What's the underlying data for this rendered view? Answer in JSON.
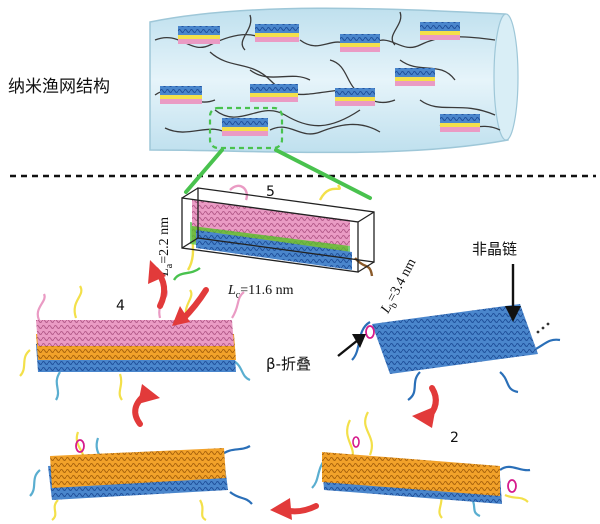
{
  "labels": {
    "net_title": "纳米渔网结构",
    "amorphous_chain": "非晶链",
    "beta_sheet": "β-折叠",
    "step_2": "2",
    "step_4": "4",
    "step_5": "5",
    "la_sym": "L",
    "la_sub": "a",
    "la_val": "=2.2 nm",
    "lb_sym": "L",
    "lb_sub": "b",
    "lb_val": "=3.4 nm",
    "lc_sym": "L",
    "lc_sub": "c",
    "lc_val": "=11.6 nm"
  },
  "colors": {
    "fiber": "#c9e6f1",
    "fiber_edge": "#9ec7d8",
    "crystal_blue": "#4a86cc",
    "crystal_orange": "#f2a22a",
    "crystal_pink": "#ea9bc4",
    "crystal_yellow": "#f3e04a",
    "arrow_red": "#e23a3a",
    "guide_green": "#49c24e",
    "chain_dark": "#3a3a3a"
  }
}
